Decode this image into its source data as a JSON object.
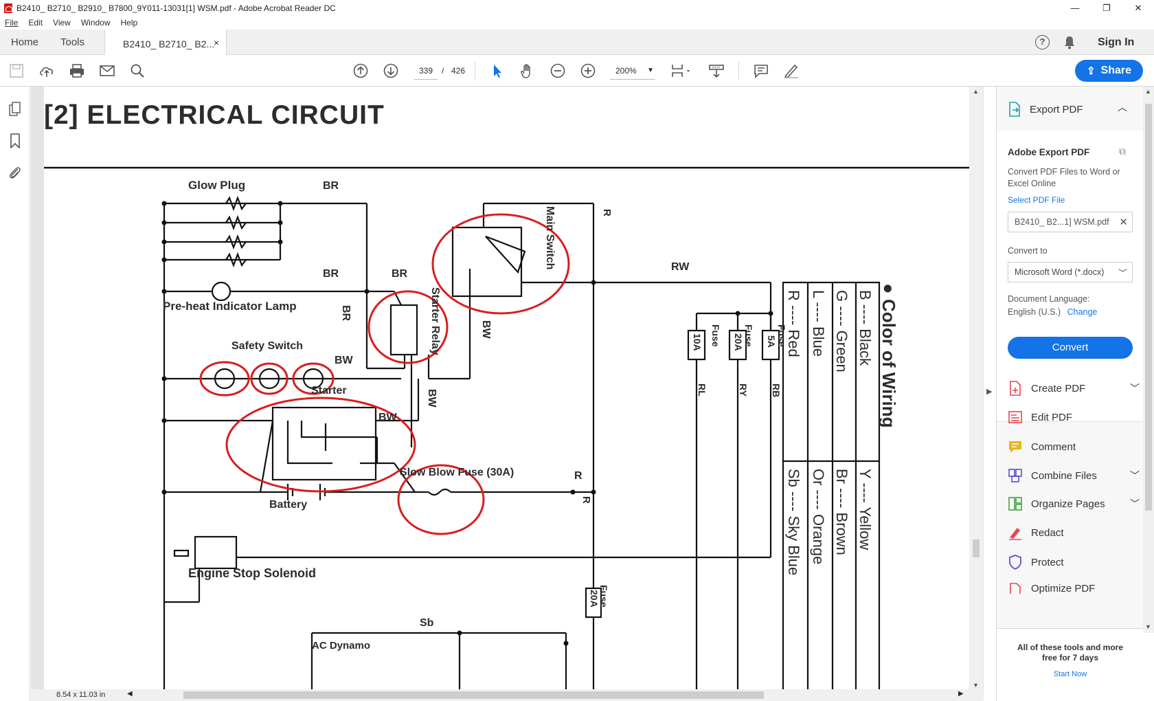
{
  "titlebar": {
    "title": "B2410_ B2710_ B2910_ B7800_9Y011-13031[1] WSM.pdf - Adobe Acrobat Reader DC",
    "minimize": "—",
    "restore": "❐",
    "close": "✕"
  },
  "menu": {
    "file": "File",
    "edit": "Edit",
    "view": "View",
    "window": "Window",
    "help": "Help"
  },
  "tabs": {
    "home": "Home",
    "tools": "Tools",
    "doc": "B2410_ B2710_ B2...",
    "close": "×"
  },
  "header": {
    "help": "?",
    "signin": "Sign In"
  },
  "toolbar": {
    "page_current": "339",
    "page_sep": "/",
    "page_total": "426",
    "zoom": "200%",
    "share": "Share"
  },
  "document": {
    "heading": "[2]  ELECTRICAL  CIRCUIT",
    "labels": {
      "glow_plug": "Glow Plug",
      "br1": "BR",
      "br2": "BR",
      "br3": "BR",
      "br4": "BR",
      "preheat": "Pre-heat Indicator Lamp",
      "safety": "Safety Switch",
      "bw1": "BW",
      "bw2": "BW",
      "bw3": "BW",
      "bw4": "BW",
      "starter": "Starter",
      "starter_relay": "Starter Relay",
      "main_switch": "Main Switch",
      "r1": "R",
      "r2": "R",
      "r3": "R",
      "rw": "RW",
      "slow_blow": "Slow Blow Fuse (30A)",
      "battery": "Battery",
      "engine_stop": "Engine Stop Solenoid",
      "sb": "Sb",
      "ac_dynamo": "AC Dynamo",
      "fuse": "Fuse",
      "fuse_10a": "10A",
      "fuse_20a": "20A",
      "fuse_5a": "5A",
      "fuse_20a_b": "20A",
      "rl": "RL",
      "ry": "RY",
      "rb": "RB"
    },
    "legend": {
      "title": "Color of Wiring",
      "col1": [
        "B ---- Black",
        "Y ---- Yellow"
      ],
      "col2": [
        "G ---- Green",
        "Br ---- Brown"
      ],
      "col3": [
        "L ---- Blue",
        "Or ---- Orange"
      ],
      "col4": [
        "R ---- Red",
        "Sb ---- Sky Blue"
      ]
    }
  },
  "status": {
    "size": "8.54 x 11.03 in"
  },
  "right_panel": {
    "header": "Export PDF",
    "box_title": "Adobe Export PDF",
    "box_desc": "Convert PDF Files to Word or Excel Online",
    "select_label": "Select PDF File",
    "file_name": "B2410_ B2...1] WSM.pdf",
    "convert_to_label": "Convert to",
    "convert_option": "Microsoft Word (*.docx)",
    "lang_label": "Document Language:",
    "lang_value": "English (U.S.)",
    "lang_change": "Change",
    "convert_button": "Convert",
    "tools": [
      {
        "label": "Create PDF",
        "icon": "create-pdf-icon",
        "color": "#e34850"
      },
      {
        "label": "Edit PDF",
        "icon": "edit-pdf-icon",
        "color": "#e34850"
      },
      {
        "label": "Comment",
        "icon": "comment-icon",
        "color": "#f0b414"
      },
      {
        "label": "Combine Files",
        "icon": "combine-files-icon",
        "color": "#5a4fcf"
      },
      {
        "label": "Organize Pages",
        "icon": "organize-pages-icon",
        "color": "#3fa33f"
      },
      {
        "label": "Redact",
        "icon": "redact-icon",
        "color": "#e34850"
      },
      {
        "label": "Protect",
        "icon": "protect-icon",
        "color": "#5a4fcf"
      },
      {
        "label": "Optimize PDF",
        "icon": "optimize-pdf-icon",
        "color": "#e34850"
      }
    ],
    "footer_text": "All of these tools and more free for 7 days",
    "footer_link": "Start Now"
  }
}
